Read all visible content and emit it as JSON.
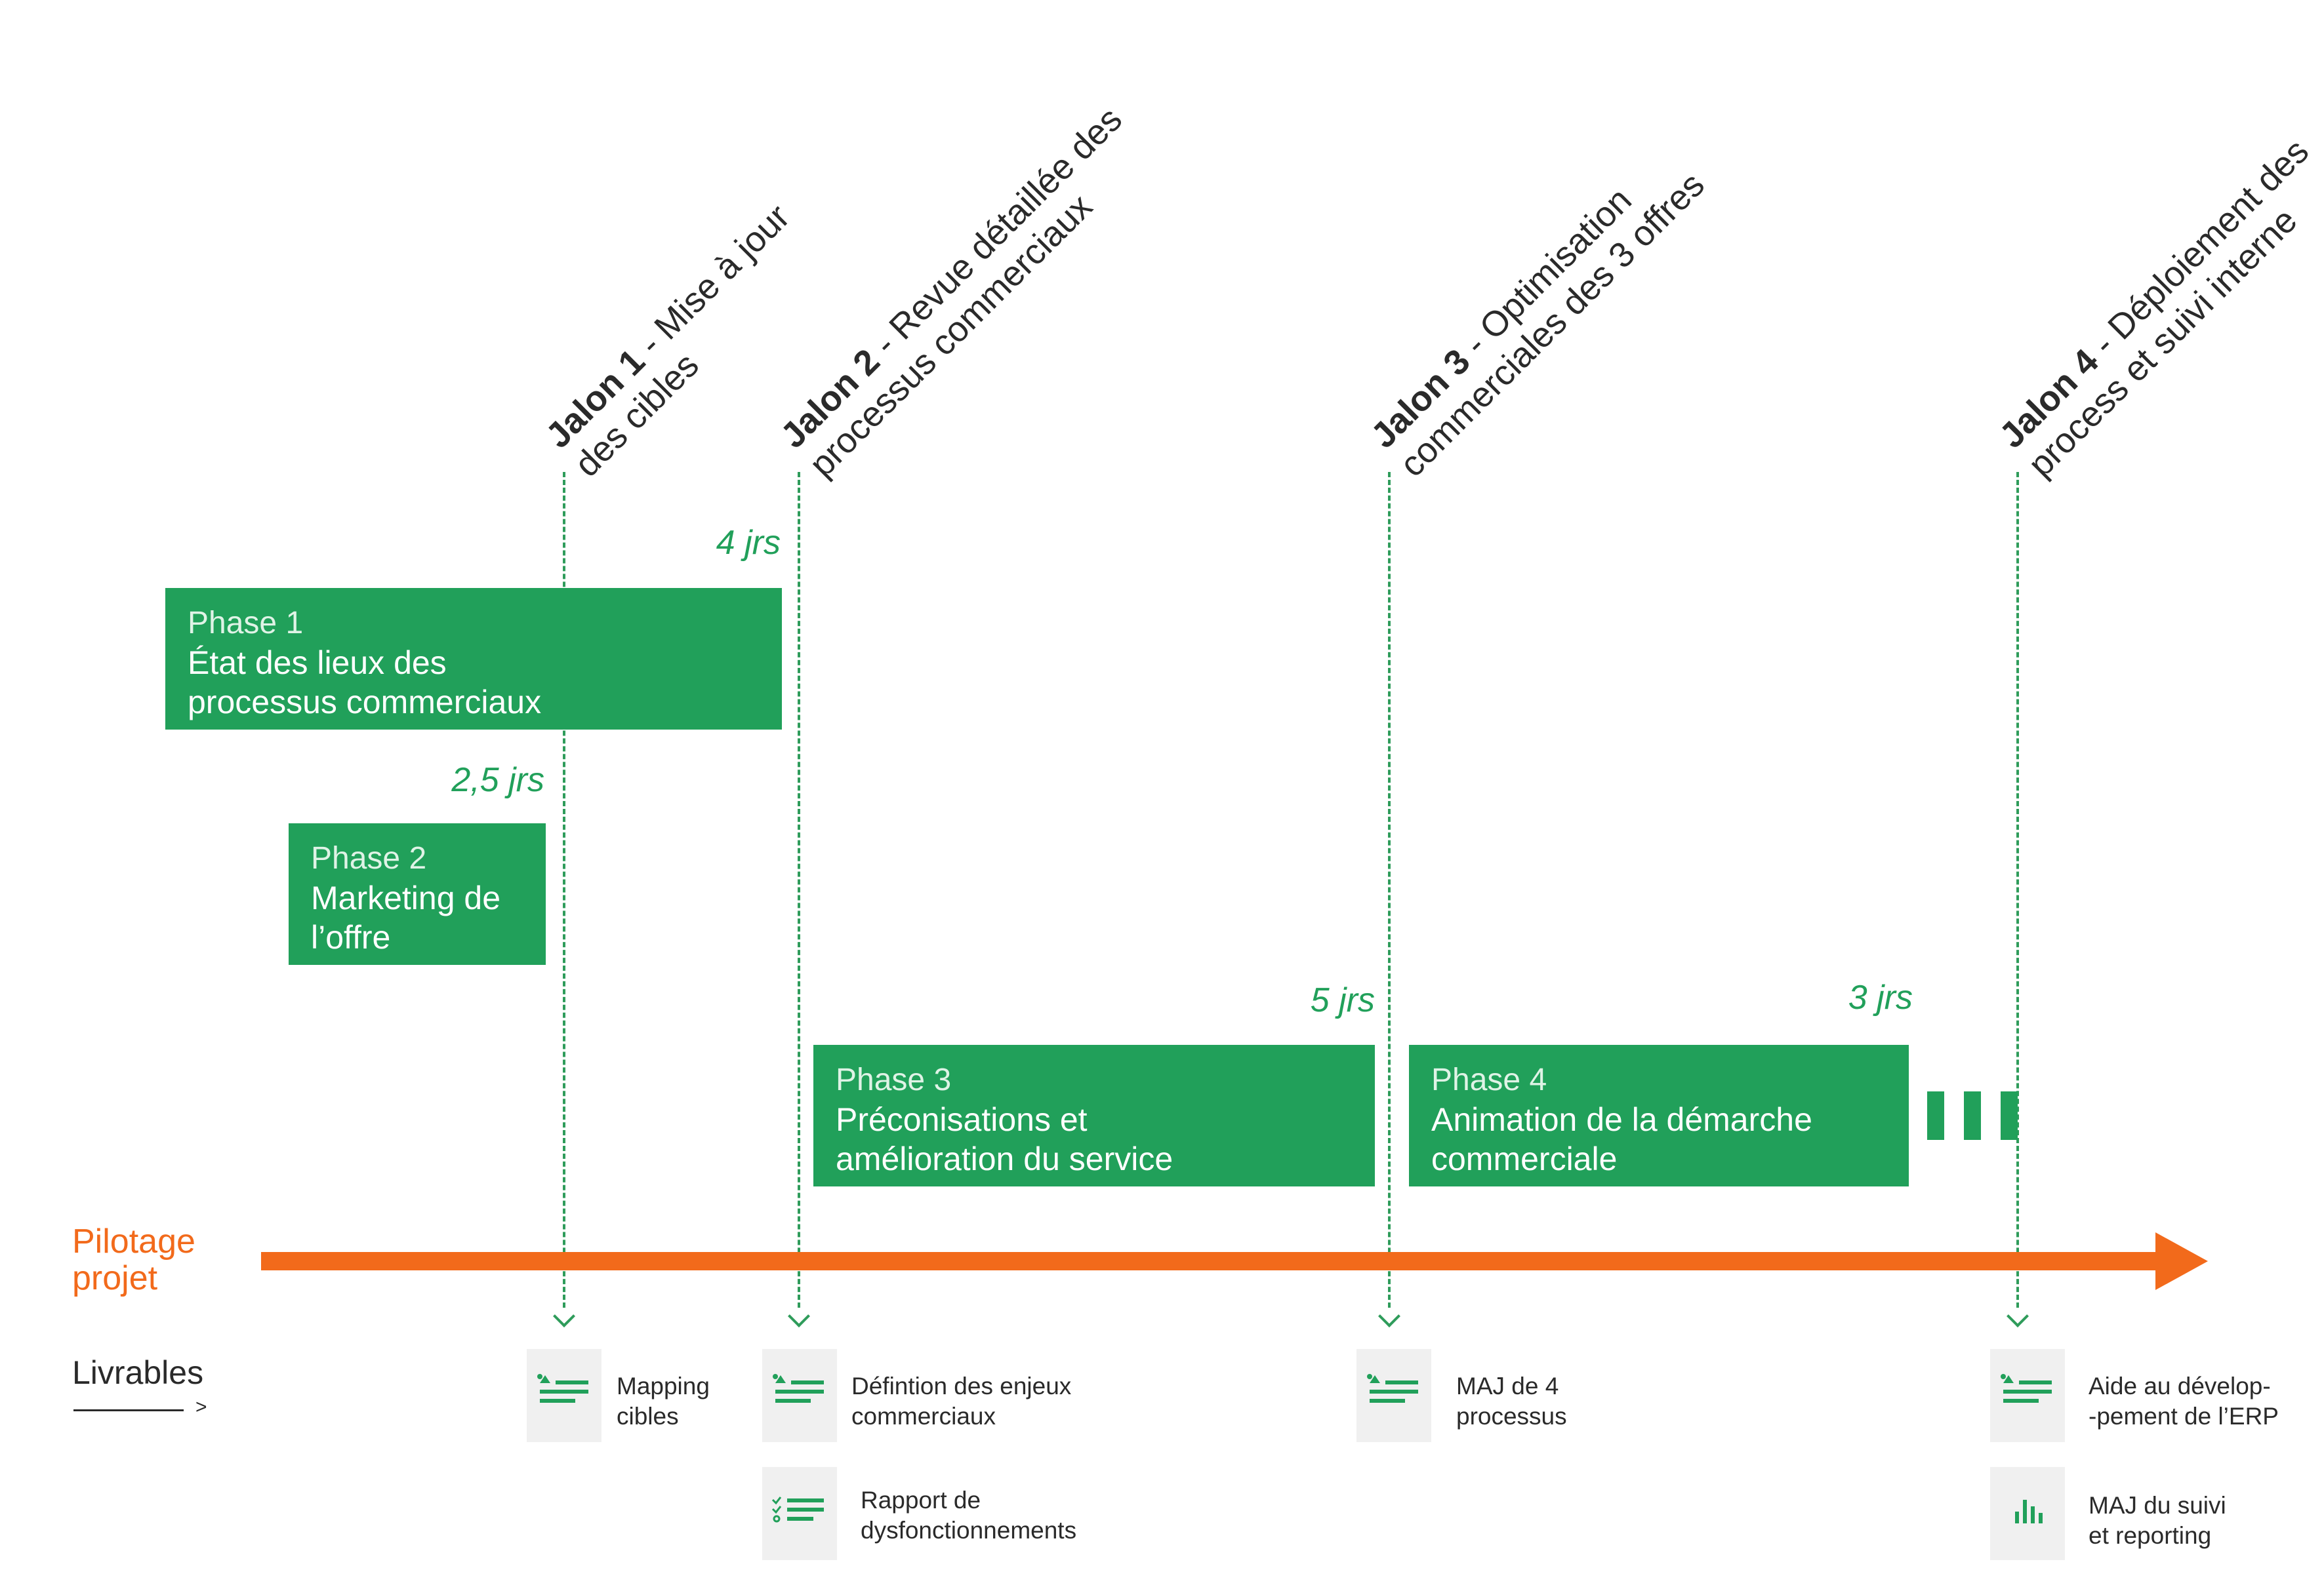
{
  "jalons": [
    {
      "name": "Jalon 1",
      "text_line1": " - Mise à jour",
      "text_line2": "des cibles"
    },
    {
      "name": "Jalon 2",
      "text_line1": " - Revue détaillée des",
      "text_line2": "processus commerciaux"
    },
    {
      "name": "Jalon 3",
      "text_line1": " - Optimisation",
      "text_line2": "commerciales des 3 offres"
    },
    {
      "name": "Jalon 4",
      "text_line1": " - Déploiement des",
      "text_line2": "process et suivi interne"
    }
  ],
  "phases": [
    {
      "label": "Phase 1",
      "title": "État des lieux des\nprocessus commerciaux",
      "duration": "4 jrs"
    },
    {
      "label": "Phase 2",
      "title": "Marketing de\nl’offre",
      "duration": "2,5 jrs"
    },
    {
      "label": "Phase 3",
      "title": "Préconisations et\namélioration du service",
      "duration": "5 jrs"
    },
    {
      "label": "Phase 4",
      "title": "Animation de la démarche\ncommerciale",
      "duration": "3 jrs"
    }
  ],
  "axis": {
    "label": "Pilotage\nprojet",
    "color": "#f26a1b"
  },
  "livrables": {
    "label": "Livrables",
    "arrow": ">",
    "items": [
      {
        "text": "Mapping\ncibles",
        "icon": "document-image-icon"
      },
      {
        "text": "Défintion des enjeux\ncommerciaux",
        "icon": "document-image-icon"
      },
      {
        "text": "Rapport de\ndysfonctionnements",
        "icon": "checklist-icon"
      },
      {
        "text": "MAJ de 4\nprocessus",
        "icon": "document-image-icon"
      },
      {
        "text": "Aide au dévelop-\n-pement de l’ERP",
        "icon": "document-image-icon"
      },
      {
        "text": "MAJ du suivi\net reporting",
        "icon": "bar-chart-icon"
      }
    ]
  },
  "colors": {
    "green": "#21a05a",
    "orange": "#f26a1b",
    "text": "#2a2a2a",
    "icon_bg": "#f0f0f0"
  }
}
